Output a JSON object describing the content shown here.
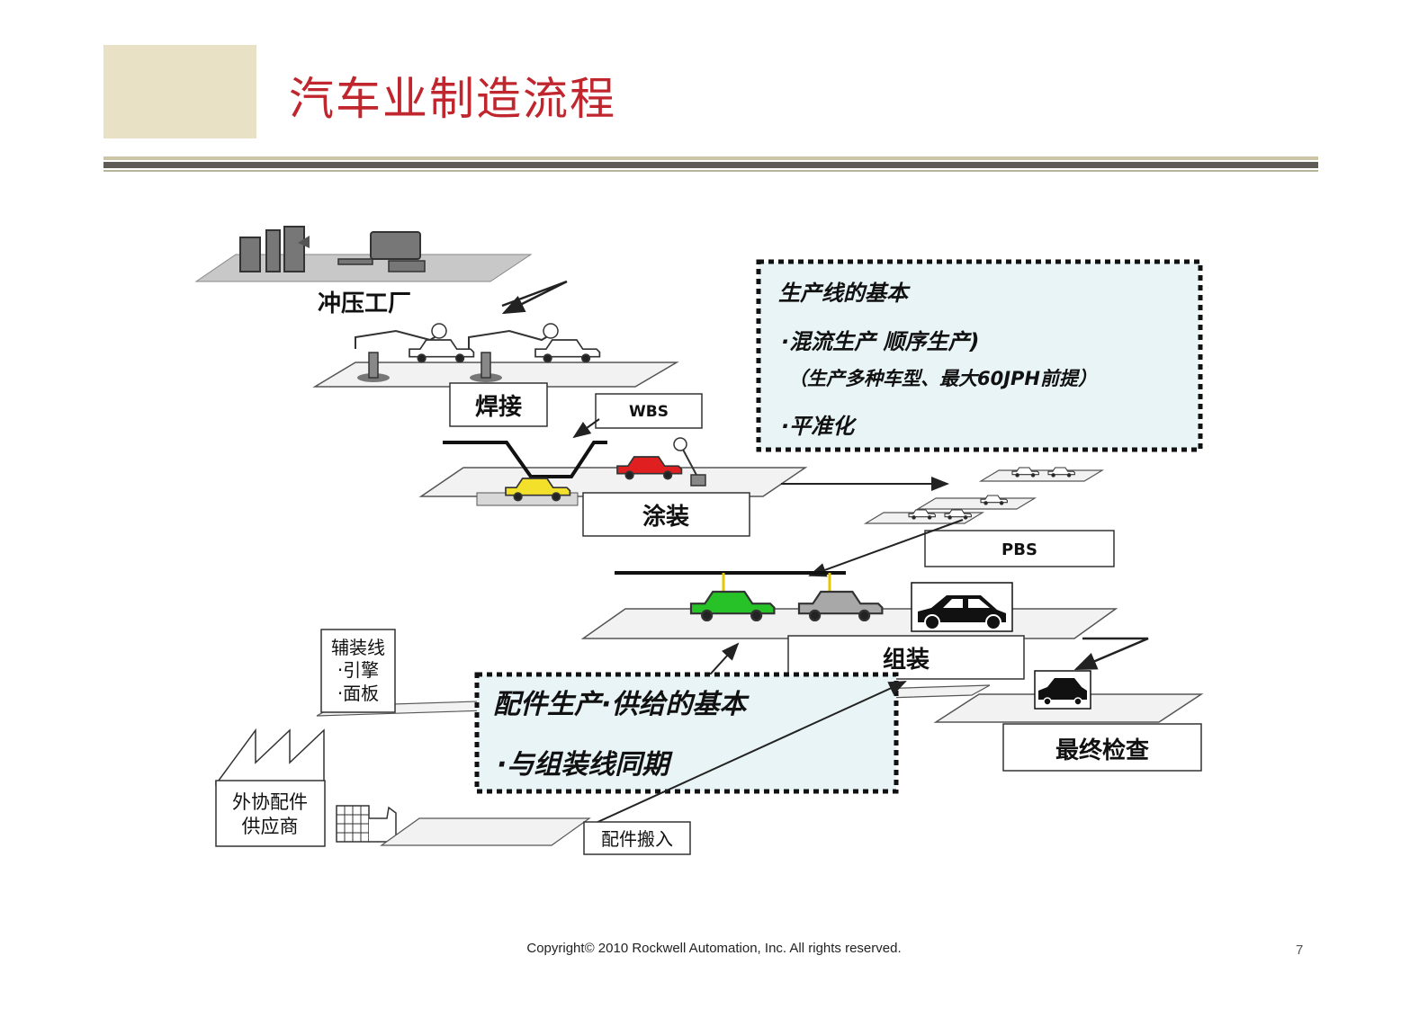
{
  "slide": {
    "title": "汽车业制造流程",
    "footer": "Copyright© 2010 Rockwell Automation, Inc. All rights reserved.",
    "page_number": "7"
  },
  "diagram": {
    "stations": {
      "stamping": "冲压工厂",
      "welding": "焊接",
      "wbs": "WBS",
      "painting": "涂装",
      "pbs": "PBS",
      "assembly": "组装",
      "sub_line_title": "辅装线",
      "sub_line_item1": "·引擎",
      "sub_line_item2": "·面板",
      "supplier_line1": "外协配件",
      "supplier_line2": "供应商",
      "parts_inbound": "配件搬入",
      "final_inspection": "最终检查"
    },
    "production_line_note": {
      "title": "生产线的基本",
      "item1": "·混流生产 顺序生产)",
      "item1_detail": "（生产多种车型、最大60JPH前提）",
      "item2": "·平准化"
    },
    "parts_supply_note": {
      "title": "配件生产·供给的基本",
      "item1": "·与组装线同期"
    },
    "colors": {
      "title_red": "#c0262d",
      "note_bg": "#e8f4f5",
      "car_red": "#e02020",
      "car_yellow": "#f2e02a",
      "car_green": "#27c227",
      "car_gray": "#a8a8a8"
    }
  }
}
